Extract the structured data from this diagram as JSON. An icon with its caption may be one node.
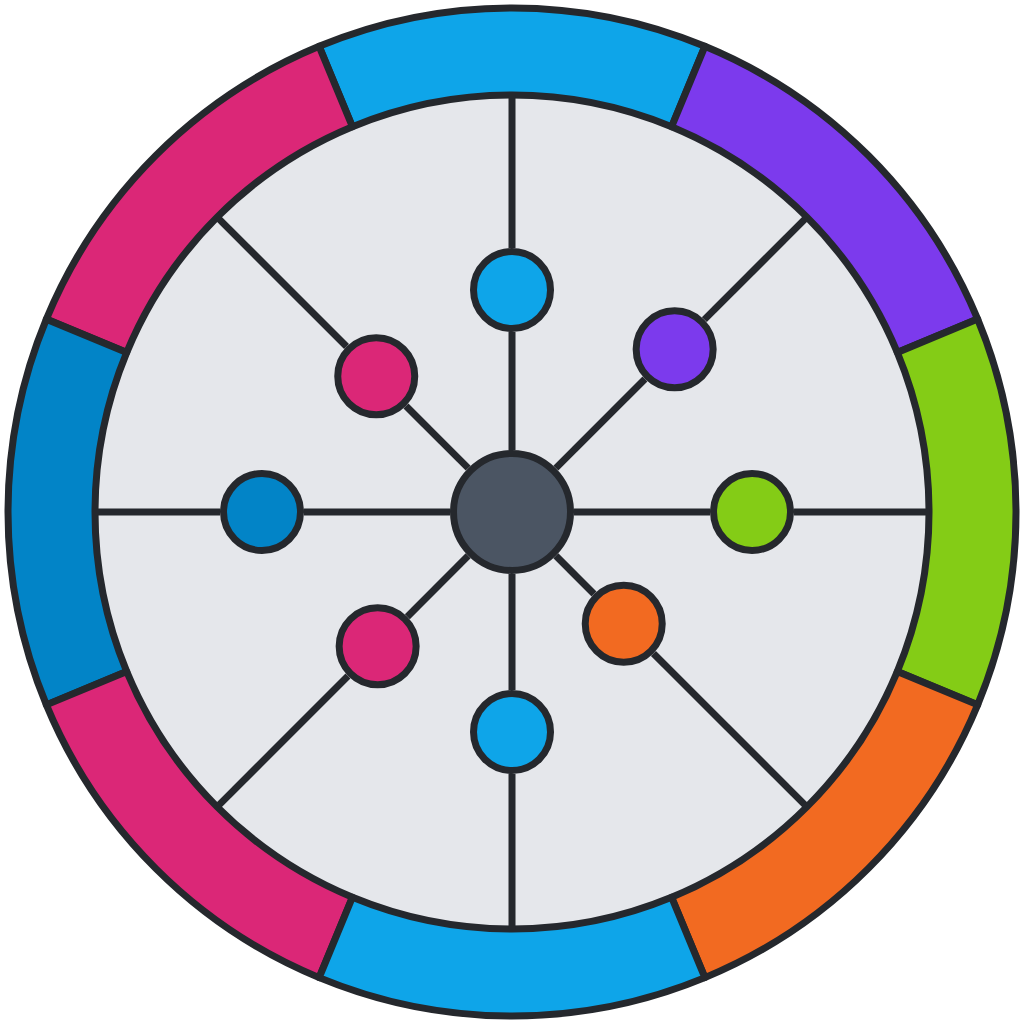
{
  "diagram": {
    "nodes": [
      {
        "text": [],
        "shape": "circle"
      },
      {
        "text": [],
        "shape": "circle"
      },
      {
        "text": [],
        "shape": "circle"
      },
      {
        "text": [],
        "shape": "circle"
      },
      {
        "text": [],
        "shape": "circle"
      },
      {
        "text": [],
        "shape": "circle"
      },
      {
        "text": [],
        "shape": "circle"
      },
      {
        "text": [],
        "shape": "circle"
      },
      {
        "text": [],
        "shape": "circle"
      },
      {
        "text": [],
        "shape": "band"
      },
      {
        "text": [],
        "shape": "band"
      },
      {
        "text": [],
        "shape": "band"
      },
      {
        "text": [],
        "shape": "band"
      },
      {
        "text": [],
        "shape": "band"
      },
      {
        "text": [],
        "shape": "band"
      },
      {
        "text": [],
        "shape": "band"
      },
      {
        "text": [],
        "shape": "band"
      }
    ],
    "edges": [
      {
        "from": 0,
        "to": 1,
        "arrow": "none"
      },
      {
        "from": 0,
        "to": 2,
        "arrow": "none"
      },
      {
        "from": 0,
        "to": 3,
        "arrow": "none"
      },
      {
        "from": 0,
        "to": 4,
        "arrow": "none"
      },
      {
        "from": 0,
        "to": 5,
        "arrow": "none"
      },
      {
        "from": 0,
        "to": 6,
        "arrow": "none"
      },
      {
        "from": 0,
        "to": 7,
        "arrow": "none"
      },
      {
        "from": 0,
        "to": 8,
        "arrow": "none"
      },
      {
        "from": 1,
        "to": 9,
        "arrow": "none"
      },
      {
        "from": 2,
        "to": 10,
        "arrow": "none"
      },
      {
        "from": 3,
        "to": 11,
        "arrow": "none"
      },
      {
        "from": 4,
        "to": 12,
        "arrow": "none"
      },
      {
        "from": 5,
        "to": 13,
        "arrow": "none"
      },
      {
        "from": 6,
        "to": 14,
        "arrow": "none"
      },
      {
        "from": 7,
        "to": 15,
        "arrow": "none"
      },
      {
        "from": 8,
        "to": 16,
        "arrow": "none"
      }
    ]
  }
}
